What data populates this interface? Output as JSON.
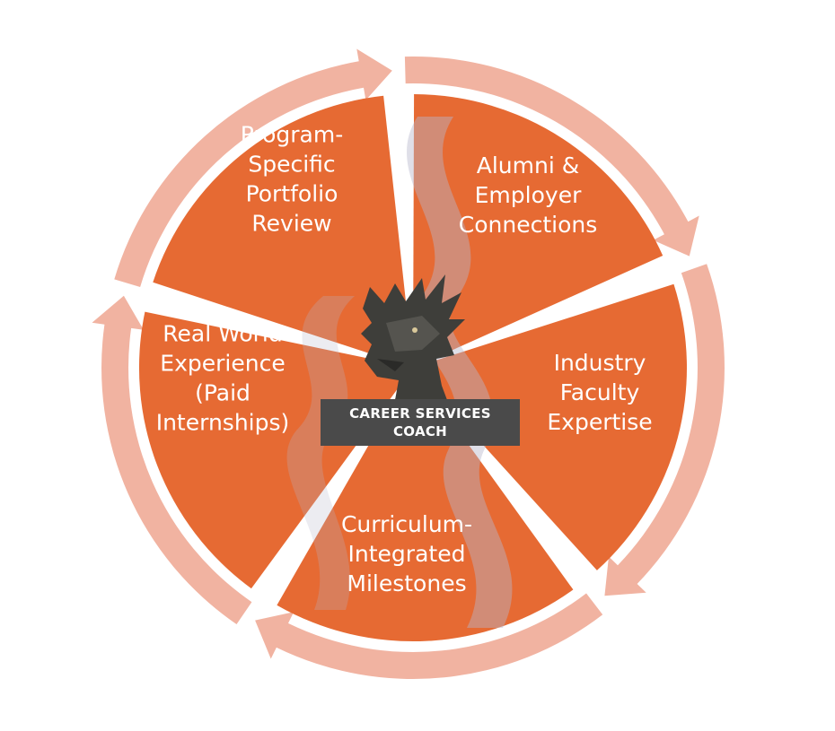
{
  "center": {
    "line1": "CAREER SERVICES",
    "line2": "COACH",
    "icon": "dragon-head-icon"
  },
  "segments": [
    {
      "id": "portfolio",
      "lines": [
        "Program-",
        "Specific",
        "Portfolio",
        "Review"
      ]
    },
    {
      "id": "alumni",
      "lines": [
        "Alumni &",
        "Employer",
        "Connections"
      ]
    },
    {
      "id": "industry",
      "lines": [
        "Industry",
        "Faculty",
        "Expertise"
      ]
    },
    {
      "id": "curriculum",
      "lines": [
        "Curriculum-",
        "Integrated",
        "Milestones"
      ]
    },
    {
      "id": "real-world",
      "lines": [
        "Real World",
        "Experience",
        "(Paid",
        "Internships)"
      ]
    }
  ],
  "colors": {
    "segment": "#e66a33",
    "ring": "#f1b3a1",
    "center_box": "#4a4a4a",
    "watermark": "#b8b8cc",
    "text": "#ffffff"
  }
}
